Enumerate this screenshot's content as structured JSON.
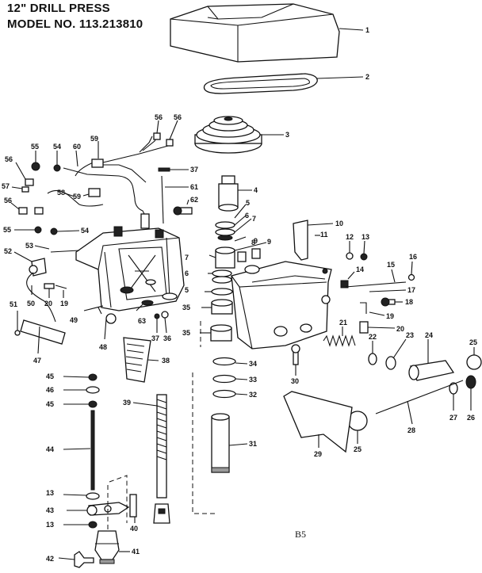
{
  "header": {
    "line1": "12\" DRILL PRESS",
    "line2": "MODEL NO. 113.213810"
  },
  "page_ref": "B5",
  "callouts": {
    "p1": "1",
    "p2": "2",
    "p3": "3",
    "p4": "4",
    "p5a": "5",
    "p5b": "5",
    "p6a": "6",
    "p6b": "6",
    "p7a": "7",
    "p7b": "7",
    "p8": "8",
    "p9a": "9",
    "p9b": "9",
    "p10": "10",
    "p11": "11",
    "p12": "12",
    "p13a": "13",
    "p13b": "13",
    "p13c": "13",
    "p14": "14",
    "p15": "15",
    "p16": "16",
    "p17": "17",
    "p18": "18",
    "p19a": "19",
    "p19b": "19",
    "p20a": "20",
    "p20b": "20",
    "p21": "21",
    "p22": "22",
    "p23": "23",
    "p24": "24",
    "p25a": "25",
    "p25b": "25",
    "p26": "26",
    "p27": "27",
    "p28": "28",
    "p29": "29",
    "p30": "30",
    "p31": "31",
    "p32": "32",
    "p33": "33",
    "p34": "34",
    "p35a": "35",
    "p35b": "35",
    "p36": "36",
    "p37a": "37",
    "p37b": "37",
    "p38": "38",
    "p39": "39",
    "p40": "40",
    "p41": "41",
    "p42": "42",
    "p43": "43",
    "p44": "44",
    "p45a": "45",
    "p45b": "45",
    "p46": "46",
    "p47": "47",
    "p48": "48",
    "p49": "49",
    "p50": "50",
    "p51": "51",
    "p52": "52",
    "p53": "53",
    "p54a": "54",
    "p54b": "54",
    "p55a": "55",
    "p55b": "55",
    "p56a": "56",
    "p56b": "56",
    "p56c": "56",
    "p56d": "56",
    "p57": "57",
    "p58": "58",
    "p59a": "59",
    "p59b": "59",
    "p60": "60",
    "p61": "61",
    "p62": "62",
    "p63": "63"
  }
}
